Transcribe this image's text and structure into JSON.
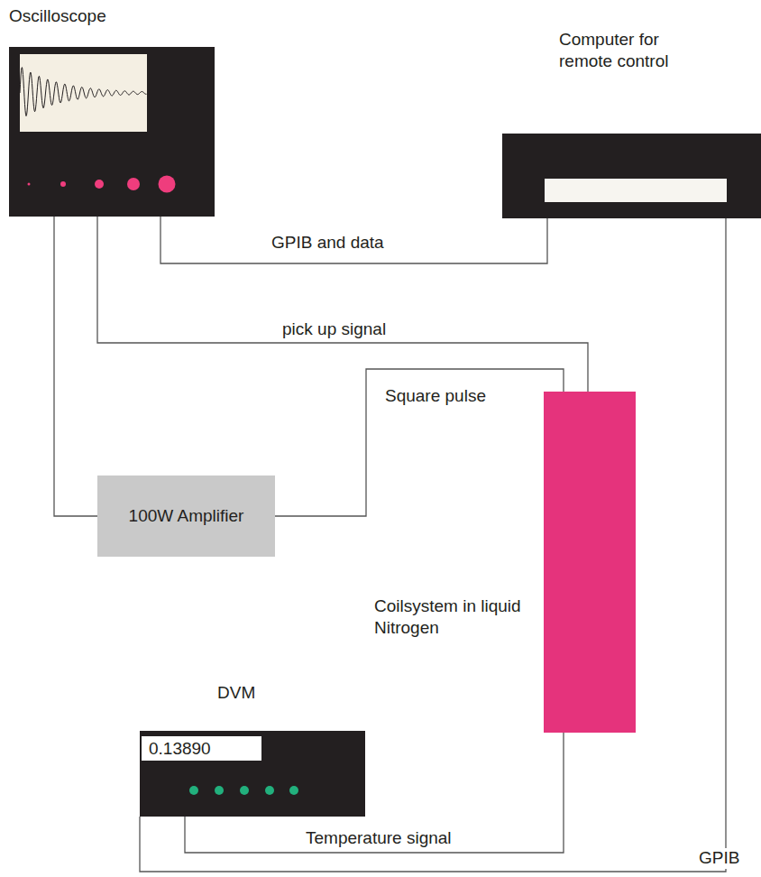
{
  "diagram": {
    "nodes": [
      {
        "text": [
          "Oscilloscope"
        ]
      },
      {
        "text": [
          "Computer for remote control"
        ]
      },
      {
        "text": [
          "100W Amplifier"
        ]
      },
      {
        "text": [
          "Coilsystem in liquid Nitrogen"
        ]
      },
      {
        "text": [
          "DVM",
          "0.13890"
        ]
      }
    ],
    "edges": [
      {
        "from": 0,
        "to": 1,
        "label": "GPIB and data",
        "arrow": "none"
      },
      {
        "from": 0,
        "to": 3,
        "label": "pick up signal",
        "arrow": "none"
      },
      {
        "from": 2,
        "to": 3,
        "label": "Square pulse",
        "arrow": "none"
      },
      {
        "from": 0,
        "to": 2,
        "arrow": "none"
      },
      {
        "from": 3,
        "to": 4,
        "label": "Temperature signal",
        "arrow": "none"
      },
      {
        "from": 1,
        "to": 4,
        "label": "GPIB",
        "arrow": "none"
      }
    ]
  }
}
